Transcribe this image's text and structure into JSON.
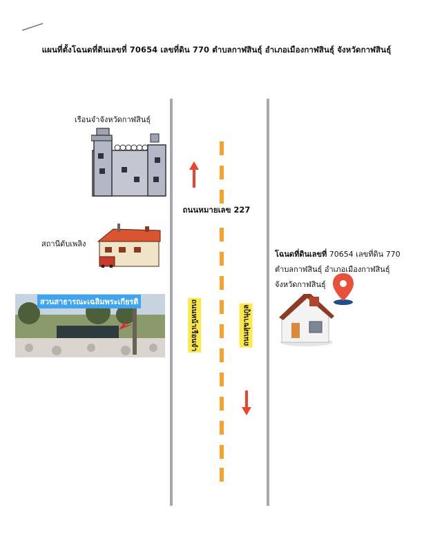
{
  "title": "แผนที่ตั้งโฉนดที่ดินเลขที่ 70654 เลขที่ดิน 770  ตำบลกาฬสินธุ์ อำเภอเมืองกาฬสินธุ์  จังหวัดกาฬสินธุ์",
  "landmarks": {
    "prison": "เรือนจำจังหวัดกาฬสินธุ์",
    "fire_station": "สถานีดับเพลิง",
    "park_banner": "สวนสาธารณะเฉลิมพระเกียรติ"
  },
  "road": {
    "name": "ถนนหมายเลข 227",
    "left_label": "ถนนหน้าเรือนจำ",
    "right_label": "ถนนสุขานุกูล"
  },
  "parcel": {
    "line1_bold": "โฉนดที่ดินเลขที่",
    "line1_rest": " 70654 เลขที่ดิน 770",
    "line2": "ตำบลกาฬสินธุ์ อำเภอเมืองกาฬสินธุ์",
    "line3": "จังหวัดกาฬสินธุ์"
  },
  "colors": {
    "road_edge": "#a7a7ad",
    "center_dash": "#f4a32b",
    "arrow": "#e8452c",
    "label_bg": "#fbe84a",
    "banner_bg": "#3ea4ef",
    "pin": "#e8503a"
  },
  "icons": [
    "prison-icon",
    "fire-station-icon",
    "park-photo",
    "house-icon",
    "location-pin-icon",
    "arrow-up-icon",
    "arrow-down-icon"
  ]
}
